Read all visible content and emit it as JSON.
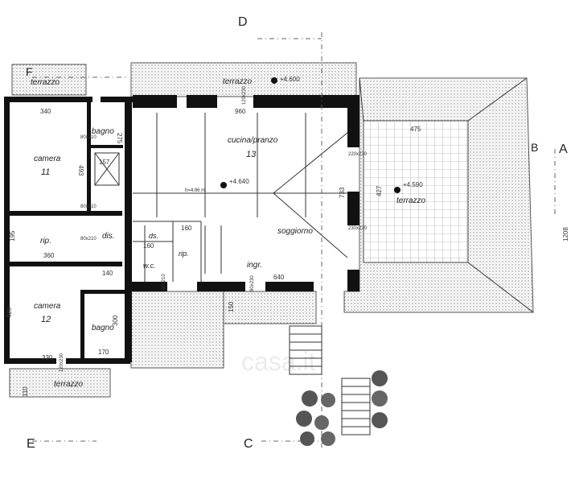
{
  "sections": {
    "D": "D",
    "F": "F",
    "B": "B",
    "A": "A",
    "E": "E",
    "C": "C"
  },
  "rooms": {
    "terrazzo_top": "terrazzo",
    "terrazzo_right": "terrazzo",
    "terrazzo_left": "terrazzo",
    "terrazzo_bottom": "terrazzo",
    "camera11": "camera",
    "camera11_num": "11",
    "camera12": "camera",
    "camera12_num": "12",
    "bagno_top": "bagno",
    "bagno_bottom": "bagno",
    "rip_left": "rip.",
    "rip_mid": "rip.",
    "dis": "dis.",
    "wc": "w.c.",
    "ds": "ds.",
    "cucina": "cucina/pranzo",
    "cucina_num": "13",
    "soggiorno": "soggiorno",
    "ingr": "ingr."
  },
  "levels": {
    "top": "+4.600",
    "right": "+4.590",
    "center": "+4.640",
    "hm": "h=4.86 m."
  },
  "dimensions": {
    "d340": "340",
    "d960": "960",
    "d475": "475",
    "d493": "493",
    "d157": "157",
    "d275": "275",
    "d360": "360",
    "d140": "140",
    "d420": "420",
    "d330": "330",
    "d170": "170",
    "d300": "300",
    "d640": "640",
    "d160": "160",
    "d160b": "160",
    "d195": "195",
    "d150": "150",
    "d110": "110",
    "d1208": "1208",
    "d427": "427",
    "d733": "733",
    "w220x230": "220x230",
    "w230x230": "230x230",
    "w80x210": "80x210",
    "w80x210b": "80x210",
    "w80x210c": "80x210",
    "w60x210": "60x210",
    "w120x230": "120x230",
    "w120x230b": "120x230",
    "w80x230": "80x230"
  },
  "watermark": "casa.it"
}
